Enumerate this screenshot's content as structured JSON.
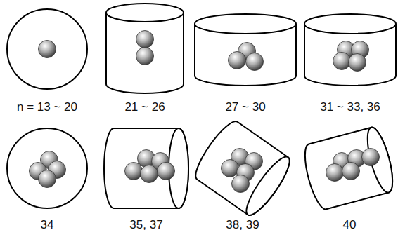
{
  "diagram": {
    "labels": [
      "n = 13 ~ 20",
      "21 ~ 26",
      "27 ~ 30",
      "31 ~ 33, 36",
      "34",
      "35, 37",
      "38, 39",
      "40"
    ]
  }
}
